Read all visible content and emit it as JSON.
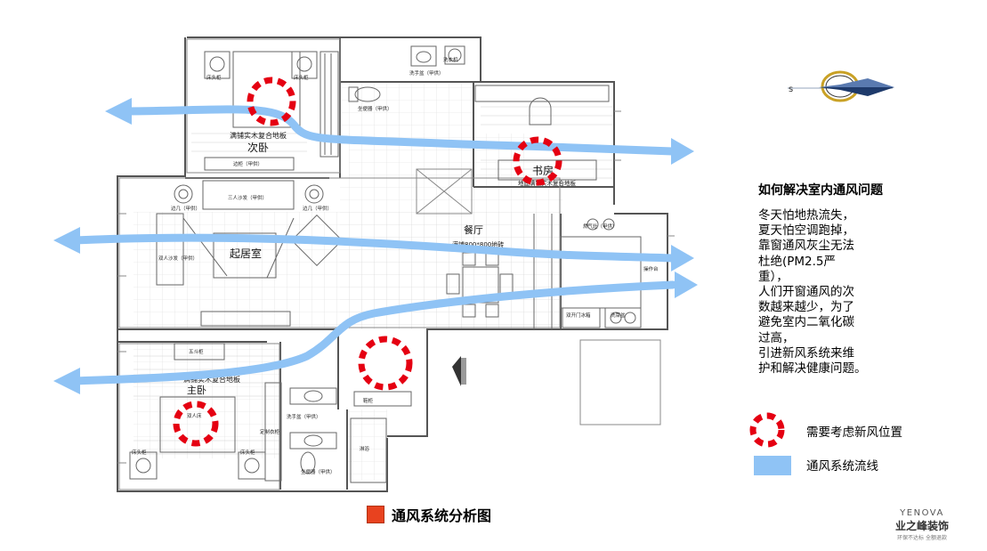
{
  "rooms": {
    "bedroom2": "次卧",
    "bedroom2_floor": "满铺实木复合地板",
    "study": "书房",
    "study_floor": "地面满铺实木复合地板",
    "living": "起居室",
    "dining": "餐厅",
    "dining_floor": "满铺800*800地砖",
    "master": "主卧",
    "master_floor": "满铺实木复合地板"
  },
  "furniture": {
    "bedside_1": "床头柜",
    "bedside_2": "床头柜",
    "bedside_3": "床头柜",
    "bedside_4": "床头柜",
    "washbasin_top": "洗手盆（甲供）",
    "washer": "洗衣机",
    "toilet_top": "坐便器（甲供）",
    "sidetable_top": "边柜（甲供）",
    "sofa3": "三人沙发（甲供）",
    "endtable_1": "边几（甲供）",
    "endtable_2": "边几（甲供）",
    "sofa2": "双人沙发（甲供）",
    "gas": "燃气灶（甲供）",
    "workbench": "操作台",
    "fridge": "双开门冰箱",
    "sink": "洗菜盆",
    "drawer5": "五斗柜",
    "bed": "双人床",
    "wardrobe": "定制衣柜",
    "washbasin_bottom": "洗手盆（甲供）",
    "toilet_bottom": "坐便器（甲供）",
    "shoecab": "鞋柜",
    "shower": "淋浴"
  },
  "side": {
    "title": "如何解决室内通风问题",
    "lines": [
      "冬天怕地热流失，",
      "夏天怕空调跑掉，",
      "靠窗通风灰尘无法",
      "杜绝(PM2.5严",
      "重），",
      "人们开窗通风的次",
      "数越来越少，为了",
      "避免室内二氧化碳",
      "过高，",
      "引进新风系统来维",
      "护和解决健康问题。"
    ]
  },
  "legend": {
    "fresh_air": "需要考虑新风位置",
    "flow": "通风系统流线"
  },
  "title": "通风系统分析图",
  "brand": {
    "en": "YENOVA",
    "cn": "业之峰装饰",
    "tag": "环保不达标 全额退款"
  },
  "colors": {
    "flow": "#8fc3f5",
    "marker": "#e50012",
    "title_square": "#e8421f"
  }
}
